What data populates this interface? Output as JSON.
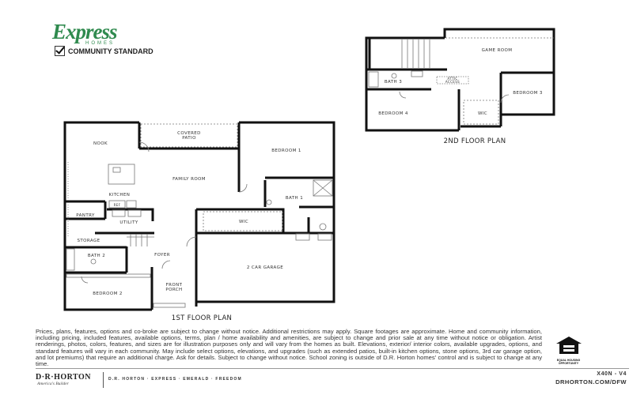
{
  "brand": {
    "logo_text": "Express",
    "logo_subtext": "HOMES",
    "logo_color": "#2f8a4e",
    "standard_label": "COMMUNITY STANDARD"
  },
  "first_floor": {
    "title": "1ST FLOOR PLAN",
    "rooms": {
      "nook": "NOOK",
      "covered_patio_1": "COVERED",
      "covered_patio_2": "PATIO",
      "bedroom1": "BEDROOM 1",
      "family_room": "FAMILY ROOM",
      "kitchen": "KITCHEN",
      "ref": "REF",
      "bath1": "BATH 1",
      "pantry": "PANTRY",
      "utility": "UTILITY",
      "wic": "WIC",
      "storage": "STORAGE",
      "bath2": "BATH 2",
      "foyer": "FOYER",
      "garage": "2 CAR GARAGE",
      "front_porch_1": "FRONT",
      "front_porch_2": "PORCH",
      "bedroom2": "BEDROOM 2"
    }
  },
  "second_floor": {
    "title": "2ND FLOOR PLAN",
    "rooms": {
      "game_room": "GAME ROOM",
      "bath3": "BATH 3",
      "attic_1": "ATTIC",
      "attic_2": "ACCESS",
      "bedroom3": "BEDROOM 3",
      "bedroom4": "BEDROOM 4",
      "wic": "WIC"
    }
  },
  "footer": {
    "disclaimer": "Prices, plans, features, options and co-broke are subject to change without notice. Additional restrictions may apply.  Square footages are approximate. Home and community information, including pricing, included features, available options, terms, plan / home availability and amenities, are subject to change and prior sale at any time without notice or obligation. Artist renderings, photos, colors, features, and sizes are for illustration purposes only and will vary from the homes as built. Elevations, exterior/ interior colors, available upgrades, options, and standard features will vary in each community. May include select options, elevations, and upgrades (such as extended patios, built-in kitchen options, stone options, 3rd car garage option, and lot premiums) that require an additional charge. Ask for details. Subject to change without notice. School zoning is outside of D.R. Horton homes' control and is subject to change at any time.",
    "company_logo": "D·R·HORTON",
    "company_tagline": "America's Builder",
    "brands": "D.R. HORTON · EXPRESS · EMERALD · FREEDOM",
    "model": "X40N - V4",
    "website": "DRHORTON.COM/DFW",
    "equal_housing": "EQUAL HOUSING OPPORTUNITY"
  }
}
